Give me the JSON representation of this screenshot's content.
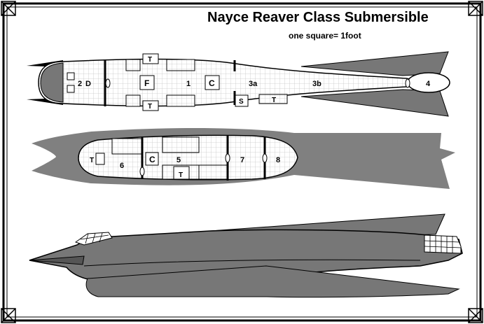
{
  "title": "Nayce Reaver Class Submersible",
  "scale_note": "one square= 1foot",
  "colors": {
    "hull": "#777777",
    "floor": "#ffffff",
    "grid": "#cfcfcf",
    "wall": "#000000",
    "border": "#000000"
  },
  "deck_upper": {
    "rooms": {
      "r1": "1",
      "r2": "2",
      "r3a": "3a",
      "r3b": "3b",
      "r4": "4"
    },
    "furniture": {
      "t_top": "T",
      "t_bottom": "T",
      "t_right": "T",
      "f": "F",
      "c": "C",
      "s": "S",
      "d": "D"
    }
  },
  "deck_lower": {
    "rooms": {
      "r5": "5",
      "r6": "6",
      "r7": "7",
      "r8": "8"
    },
    "furniture": {
      "t_left": "T",
      "t_center": "T",
      "c": "C"
    }
  }
}
